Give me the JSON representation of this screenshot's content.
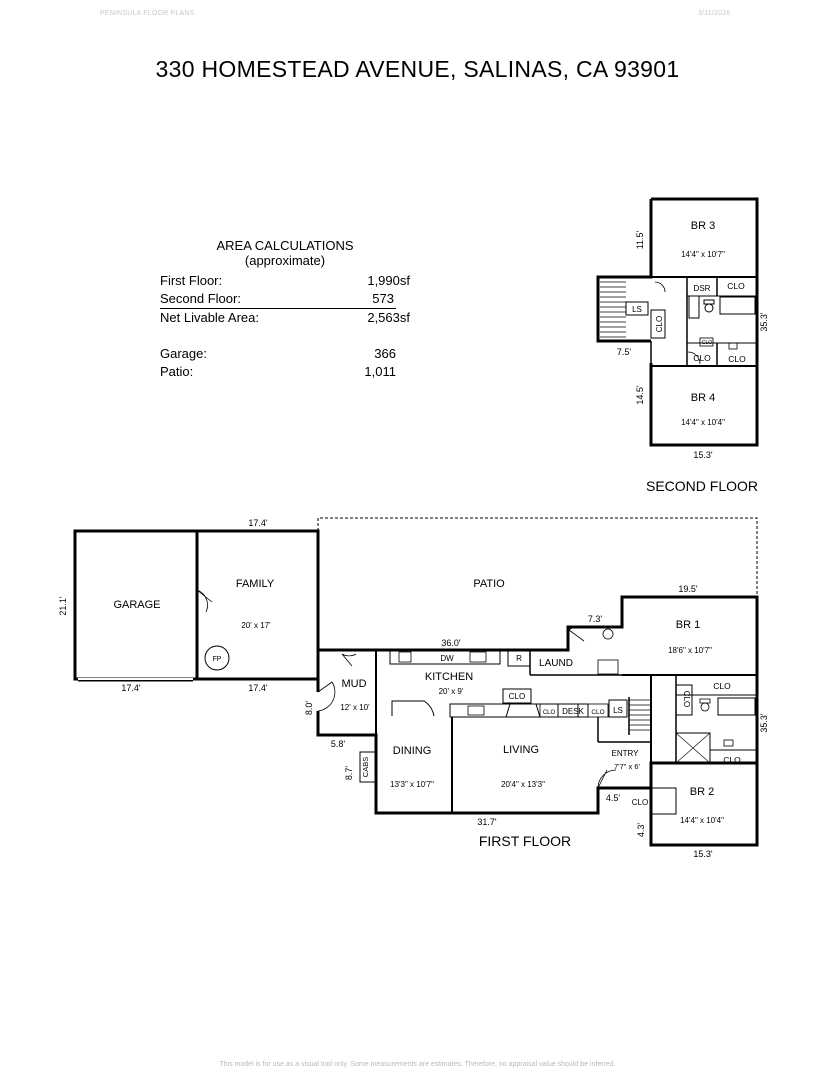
{
  "header": {
    "company": "PENINSULA FLOOR PLANS",
    "date": "3/11/2026"
  },
  "title": "330 HOMESTEAD AVENUE, SALINAS, CA  93901",
  "area_calculations": {
    "title": "AREA CALCULATIONS",
    "subtitle": "(approximate)",
    "rows": [
      {
        "label": "First Floor:",
        "value": "1,990sf"
      },
      {
        "label": "Second Floor:",
        "value": "573"
      },
      {
        "label": "Net Livable Area:",
        "value": "2,563sf"
      },
      {
        "label": "Garage:",
        "value": "366"
      },
      {
        "label": "Patio:",
        "value": "1,011"
      }
    ]
  },
  "second_floor": {
    "label": "SECOND FLOOR",
    "rooms": {
      "br3": {
        "name": "BR 3",
        "size": "14'4\" x 10'7\""
      },
      "br4": {
        "name": "BR 4",
        "size": "14'4\" x 10'4\""
      },
      "dsr": "DSR",
      "clo_a": "CLO",
      "clo_b": "CLO",
      "clo_c": "CLO",
      "clo_d": "CLO",
      "clo_small": "CLO",
      "clo_tiny": "CLO",
      "ls": "LS"
    },
    "dims": {
      "top_left": "11.5'",
      "right": "35.3'",
      "stair_width": "7.5'",
      "bottom_left": "14.5'",
      "bottom": "15.3'"
    }
  },
  "first_floor": {
    "label": "FIRST FLOOR",
    "rooms": {
      "garage": {
        "name": "GARAGE"
      },
      "family": {
        "name": "FAMILY",
        "size": "20' x 17'"
      },
      "fp": "FP",
      "patio": {
        "name": "PATIO"
      },
      "kitchen": {
        "name": "KITCHEN",
        "size": "20' x 9'"
      },
      "laund": "LAUND",
      "mud": {
        "name": "MUD",
        "size": "12' x 10'"
      },
      "dining": {
        "name": "DINING",
        "size": "13'3\" x 10'7\""
      },
      "living": {
        "name": "LIVING",
        "size": "20'4\" x 13'3\""
      },
      "entry": {
        "name": "ENTRY",
        "size": "7'7\" x 6'"
      },
      "br1": {
        "name": "BR 1",
        "size": "18'6\" x 10'7\""
      },
      "br2": {
        "name": "BR 2",
        "size": "14'4\" x 10'4\""
      },
      "dw": "DW",
      "r": "R",
      "clo_kitchen": "CLO",
      "clo_small": "CLO",
      "desk": "DESK",
      "clo_entry": "CLO",
      "ls": "LS",
      "clo_br1_v": "CLO",
      "clo_br1": "CLO",
      "clo_bath": "CLO",
      "clo_br2": "CLO",
      "cabs": "CABS"
    },
    "dims": {
      "family_top": "17.4'",
      "garage_left": "21.1'",
      "garage_bottom": "17.4'",
      "family_bottom": "17.4'",
      "kitchen_top": "36.0'",
      "laund_top": "7.3'",
      "br1_top": "19.5'",
      "right": "35.3'",
      "mud_left": "8.0'",
      "mud_bottom": "5.8'",
      "dining_left": "8.7'",
      "entry_bottom": "4.5'",
      "bottom": "31.7'",
      "br2_left": "4.3'",
      "br2_bottom": "15.3'"
    }
  },
  "footer": "This model is for use as a visual tool only. Some measurements are estimates. Therefore, no appraisal value should be inferred."
}
